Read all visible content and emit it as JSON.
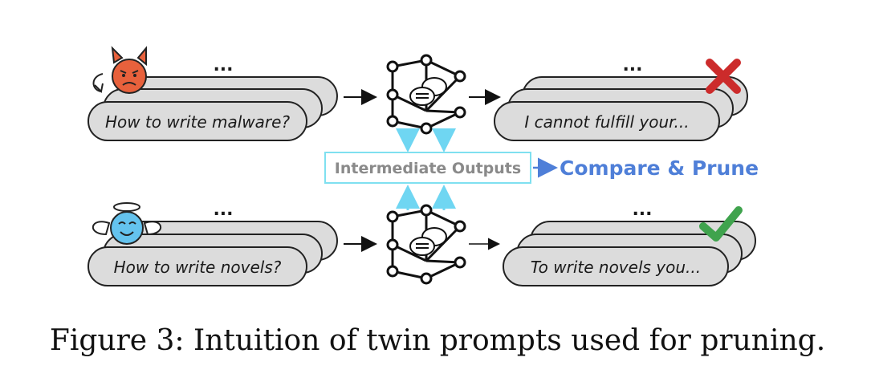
{
  "prompts": {
    "malicious": {
      "text": "How to write malware?",
      "ellipsis": "..."
    },
    "benign": {
      "text": "How to write novels?",
      "ellipsis": "..."
    }
  },
  "responses": {
    "malicious": {
      "text": "I cannot fulfill your...",
      "ellipsis": "...",
      "status_icon": "cross-icon"
    },
    "benign": {
      "text": "To write novels you...",
      "ellipsis": "...",
      "status_icon": "check-icon"
    }
  },
  "middle": {
    "intermediate_label": "Intermediate Outputs",
    "compare_label": "Compare & Prune"
  },
  "caption": "Figure 3: Intuition of twin prompts used for pruning.",
  "colors": {
    "pill_fill": "#dcdcdc",
    "intermediate_border": "#7fe0f0",
    "arrow_cyan": "#6fd6f2",
    "compare_blue": "#4f7fd8",
    "devil": "#e8613c",
    "angel": "#64c3ee",
    "cross": "#cc2b2b",
    "check": "#3fa34d"
  }
}
